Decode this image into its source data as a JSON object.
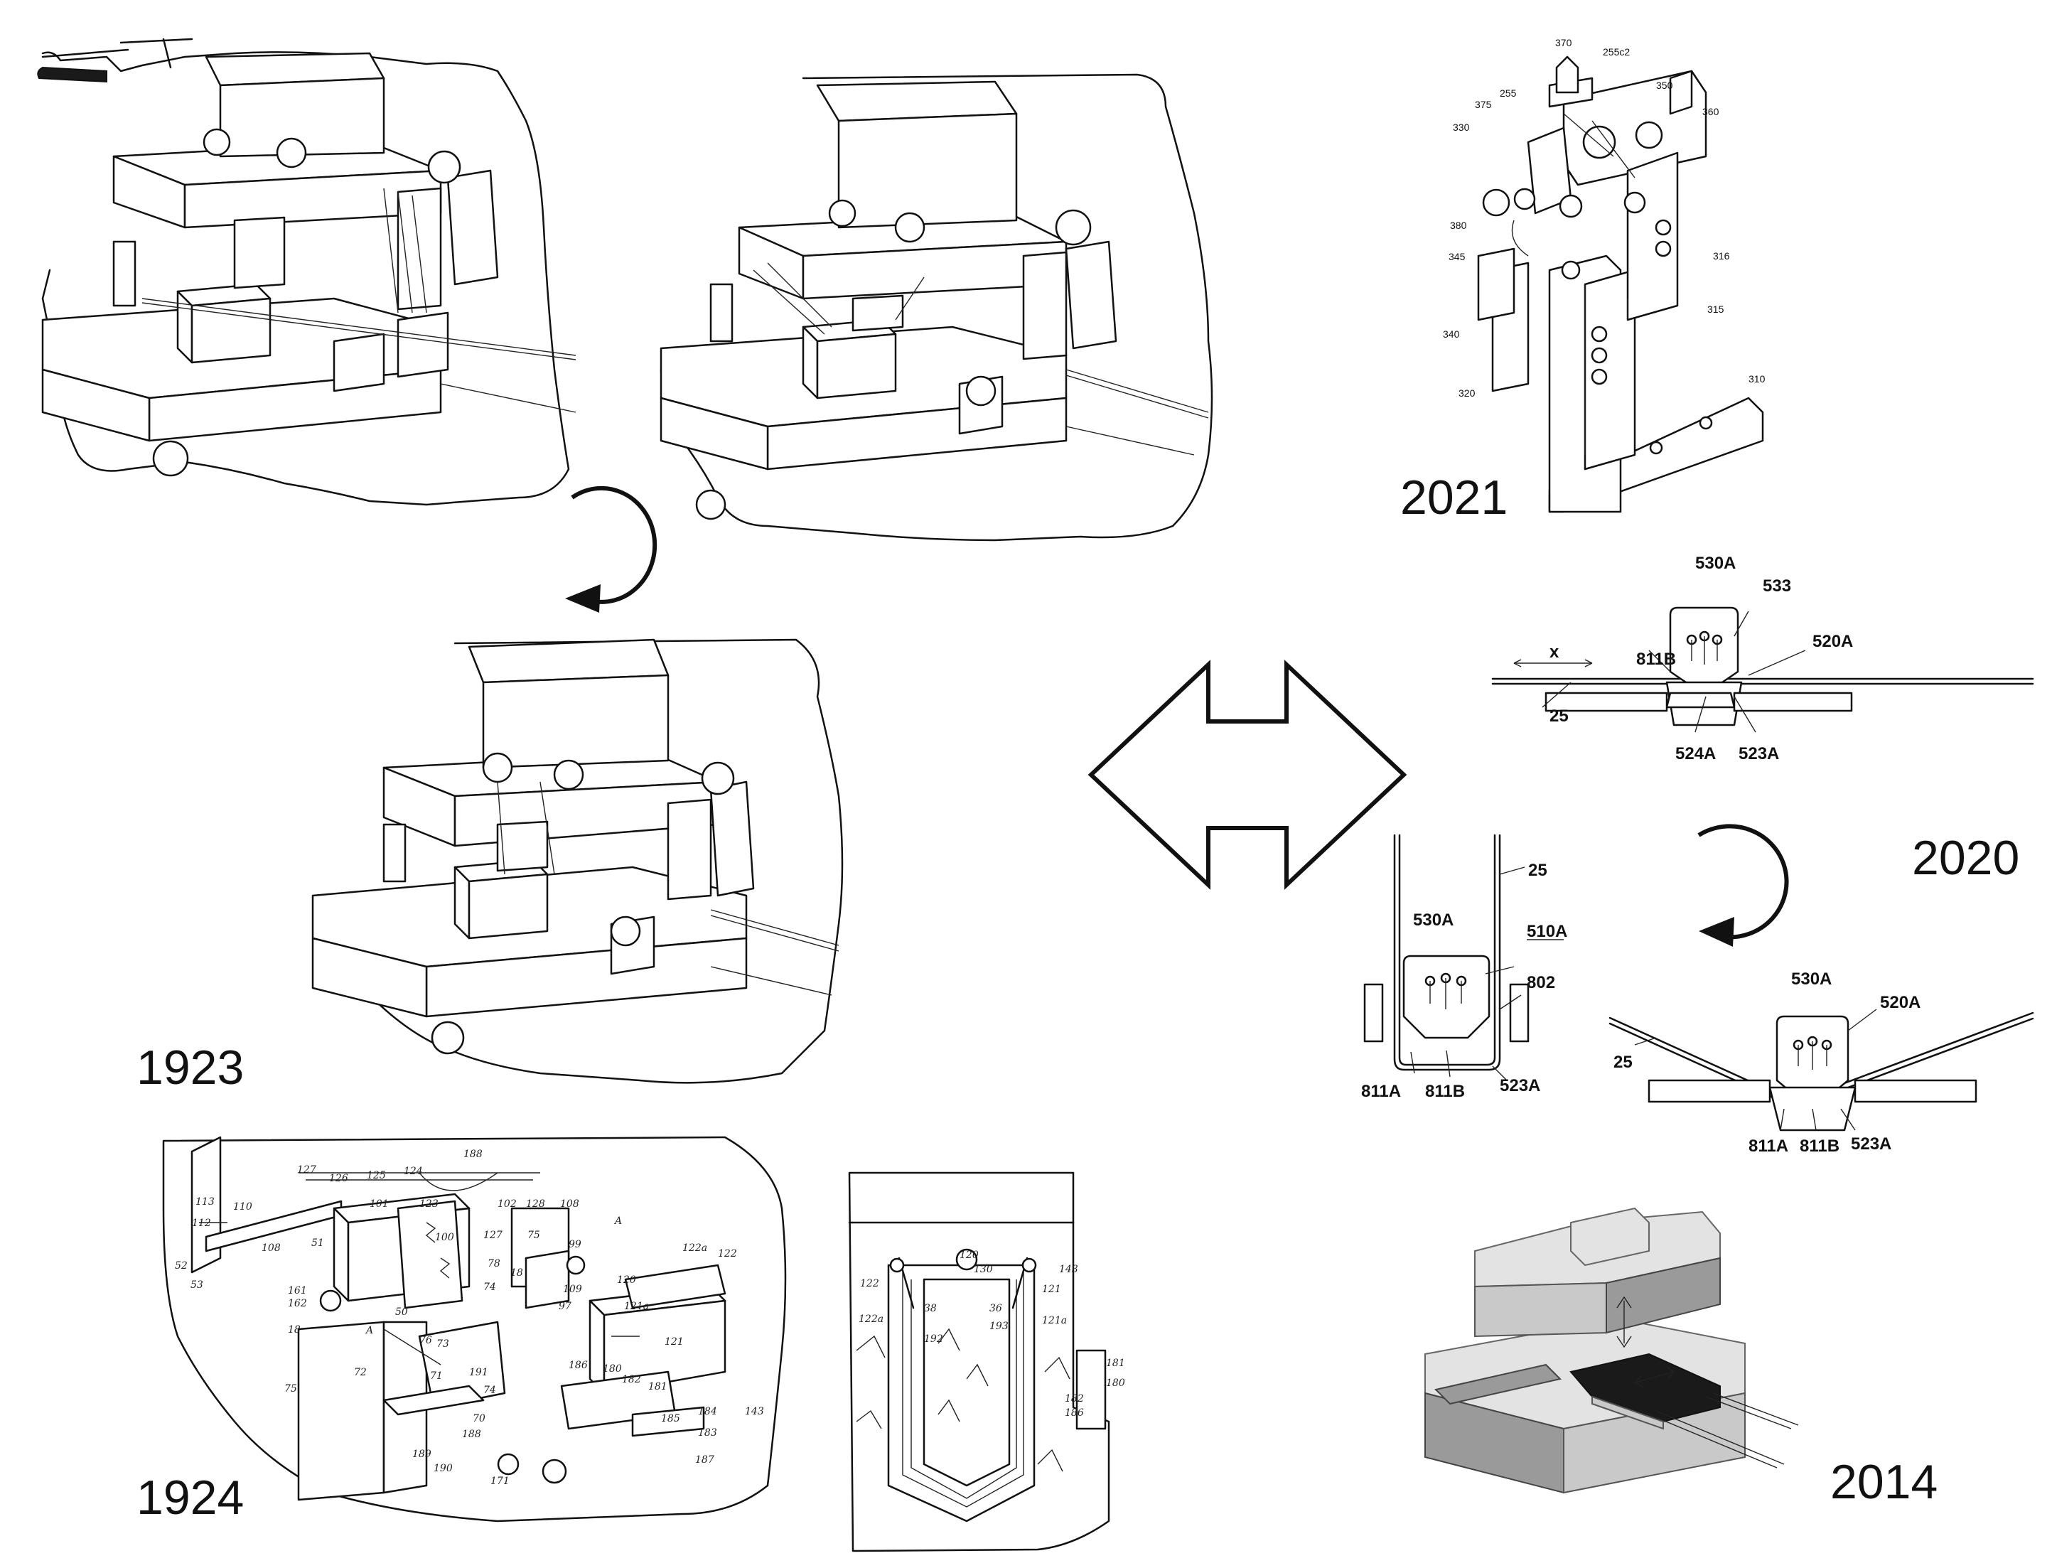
{
  "years": {
    "y1923": "1923",
    "y1924": "1924",
    "y2021": "2021",
    "y2020": "2020",
    "y2014": "2014"
  },
  "labels_2021": [
    "370",
    "255c2",
    "350",
    "375",
    "255",
    "360",
    "330",
    "380",
    "345",
    "316",
    "315",
    "340",
    "320",
    "310"
  ],
  "labels_2020_top": {
    "a530": "530A",
    "a533": "533",
    "x": "x",
    "a811b": "811B",
    "a520": "520A",
    "a25": "25",
    "a524": "524A",
    "a523": "523A"
  },
  "labels_2020_left": {
    "a25": "25",
    "a530": "530A",
    "a510": "510A",
    "a802": "802",
    "a811a": "811A",
    "a811b": "811B",
    "a523": "523A"
  },
  "labels_2020_right": {
    "a530": "530A",
    "a520": "520A",
    "a25": "25",
    "a811a": "811A",
    "a811b": "811B",
    "a523": "523A"
  },
  "labels_1924_left": [
    "127",
    "126",
    "125",
    "124",
    "188",
    "110",
    "113",
    "112",
    "108",
    "101",
    "123",
    "102",
    "128",
    "108",
    "52",
    "53",
    "51",
    "100",
    "50",
    "127",
    "75",
    "99",
    "A",
    "161",
    "162",
    "18",
    "78",
    "74",
    "109",
    "97",
    "122a",
    "122",
    "120",
    "121a",
    "121",
    "18",
    "A",
    "72",
    "76",
    "73",
    "71",
    "191",
    "74",
    "70",
    "186",
    "180",
    "182",
    "181",
    "184",
    "185",
    "183",
    "187",
    "143",
    "75",
    "189",
    "188",
    "190",
    "171"
  ],
  "labels_1924_right": [
    "120",
    "130",
    "143",
    "122",
    "121",
    "122a",
    "38",
    "36",
    "192",
    "193",
    "121a",
    "181",
    "180",
    "182",
    "186"
  ],
  "colors": {
    "ink": "#111111",
    "paper": "#ffffff",
    "grey_3d": "#c9c9c9"
  },
  "icons": [
    "rotate-arrow-icon",
    "double-arrow-icon",
    "rotate-arrow-icon"
  ]
}
